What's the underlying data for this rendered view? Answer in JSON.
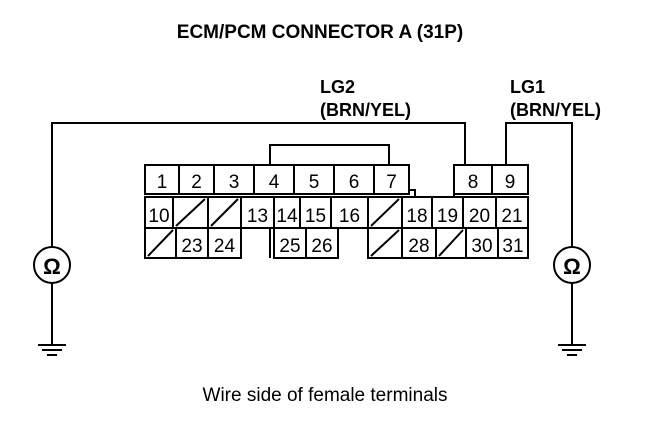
{
  "title": "ECM/PCM CONNECTOR A (31P)",
  "lg2": {
    "name": "LG2",
    "color": "(BRN/YEL)"
  },
  "lg1": {
    "name": "LG1",
    "color": "(BRN/YEL)"
  },
  "ohm_symbol": "Ω",
  "caption": "Wire side of female terminals",
  "terminals": {
    "row1": [
      "1",
      "2",
      "3",
      "4",
      "5",
      "6",
      "7",
      "8",
      "9"
    ],
    "row2": [
      "10",
      "",
      "",
      "13",
      "14",
      "15",
      "16",
      "",
      "18",
      "19",
      "20",
      "21"
    ],
    "row3": [
      "",
      "23",
      "24",
      "25",
      "26",
      "",
      "28",
      "",
      "30",
      "31"
    ]
  }
}
